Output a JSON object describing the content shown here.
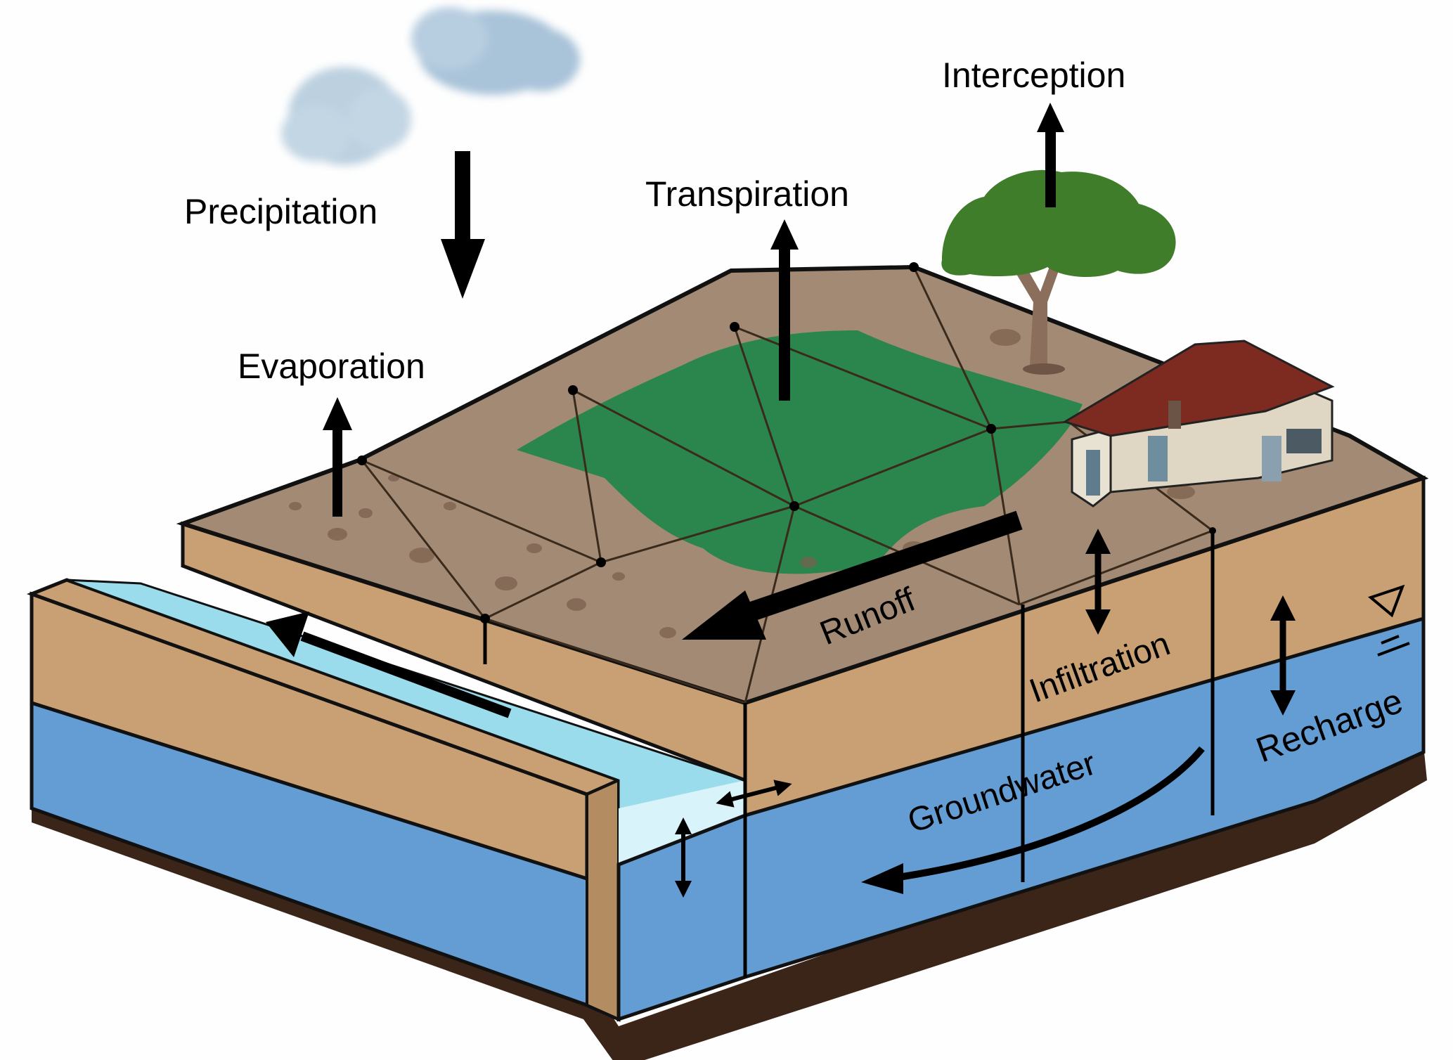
{
  "diagram": {
    "title": "Hydrological processes block diagram",
    "labels": {
      "precipitation": "Precipitation",
      "evaporation": "Evaporation",
      "transpiration": "Transpiration",
      "interception": "Interception",
      "runoff": "Runoff",
      "infiltration": "Infiltration",
      "groundwater": "Groundwater",
      "recharge": "Recharge"
    },
    "colors": {
      "sky_cloud": "#a9c3d9",
      "land_surface": "#a28a74",
      "vegetation": "#1f8549",
      "soil_layer": "#c9a073",
      "aquifer": "#639dd4",
      "river_water": "#9bdcec",
      "bedrock": "#3b2418",
      "roof": "#7d2a20",
      "house_wall": "#e8e2d2",
      "tree_canopy": "#3f7d2a",
      "tree_trunk": "#8b6f5c",
      "arrow": "#000000"
    },
    "symbols": {
      "water_table": "water-table-triangle",
      "mesh_nodes": 9
    }
  }
}
